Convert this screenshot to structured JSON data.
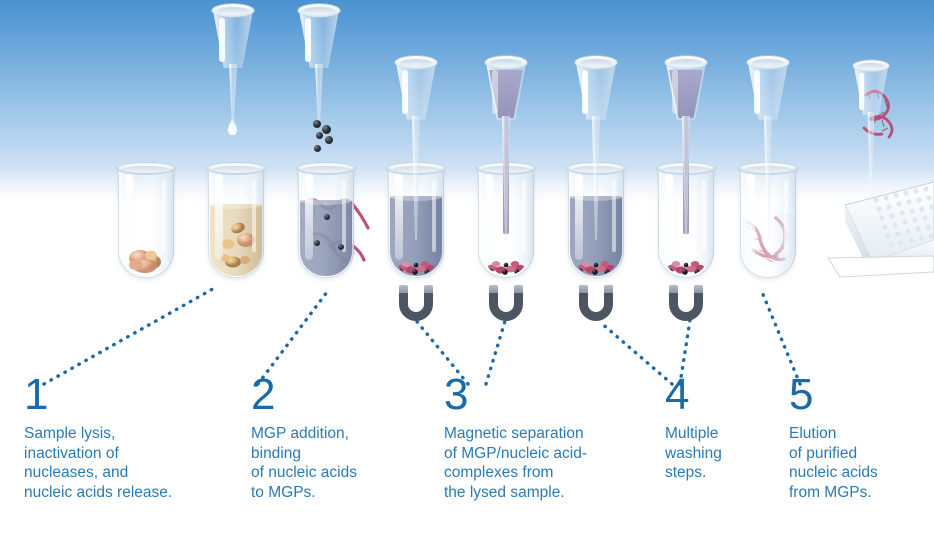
{
  "diagram": {
    "title": "Magnetic glass particle (MGP) nucleic acid purification workflow",
    "accent_color": "#1a6aa8",
    "caption_color": "#2a7ab5",
    "background_top_color": "#4b92d0",
    "background_bottom_color": "#ffffff"
  },
  "steps": [
    {
      "number": "1",
      "caption": "Sample lysis,\ninactivation of\nnucleases, and\nnucleic acids release."
    },
    {
      "number": "2",
      "caption": "MGP addition,\nbinding\nof nucleic acids\nto MGPs."
    },
    {
      "number": "3",
      "caption": "Magnetic separation\nof MGP/nucleic acid-\ncomplexes from\nthe lysed sample."
    },
    {
      "number": "4",
      "caption": "Multiple\nwashing\nsteps."
    },
    {
      "number": "5",
      "caption": "Elution\nof purified\nnucleic acids\nfrom MGPs."
    }
  ],
  "artwork": {
    "tubes": [
      {
        "name": "tube-sample-tissue",
        "contents": "tissue fragments",
        "liquid_color": "none",
        "pellet_color": "#e2a58d"
      },
      {
        "name": "tube-lysis-buffer",
        "contents": "lysis buffer with tissue fragments",
        "liquid_color": "#e9dcc0",
        "pellet_color": "#c08e6a"
      },
      {
        "name": "tube-mgp-binding",
        "contents": "nucleic acids binding to MGPs",
        "liquid_color": "#8e99b4",
        "pellet_color": "#b8456a"
      },
      {
        "name": "tube-magnetic-separation-1",
        "contents": "lysate with captured MGP complexes",
        "liquid_color": "#8e99b4",
        "pellet_color": "#b8456a"
      },
      {
        "name": "tube-supernatant-removed",
        "contents": "MGP pellet after supernatant removal",
        "liquid_color": "none",
        "pellet_color": "#b8456a"
      },
      {
        "name": "tube-wash-buffer",
        "contents": "wash buffer with MGP pellet",
        "liquid_color": "#8e99b4",
        "pellet_color": "#b8456a"
      },
      {
        "name": "tube-wash-removed",
        "contents": "MGP pellet after wash removal",
        "liquid_color": "none",
        "pellet_color": "#b8456a"
      },
      {
        "name": "tube-elution",
        "contents": "purified nucleic acids eluted",
        "liquid_color": "none",
        "pellet_color": "#b8456a"
      }
    ],
    "pipettes": [
      {
        "name": "pipette-lysis-buffer",
        "state": "dispensing droplet",
        "fill": "none"
      },
      {
        "name": "pipette-mgp-beads",
        "state": "dispensing MGP beads",
        "fill": "none"
      },
      {
        "name": "pipette-empty-separation",
        "state": "empty, inserted",
        "fill": "none"
      },
      {
        "name": "pipette-aspirating-supernatant",
        "state": "aspirating supernatant",
        "fill": "#a8a3c4"
      },
      {
        "name": "pipette-empty-wash",
        "state": "empty, inserted",
        "fill": "none"
      },
      {
        "name": "pipette-aspirating-wash",
        "state": "aspirating wash buffer",
        "fill": "#a8a3c4"
      },
      {
        "name": "pipette-elution-buffer",
        "state": "empty, inserted",
        "fill": "none"
      },
      {
        "name": "pipette-purified-nucleic-acids",
        "state": "holding purified nucleic acids",
        "fill": "none"
      }
    ],
    "magnets": {
      "count": 4,
      "shape": "U-shaped horseshoe magnet",
      "body_color": "#4d5563",
      "pole_color": "#b7bec8"
    },
    "droplet": {
      "name": "liquid-droplet",
      "color": "#eef5fa"
    },
    "mgp_beads": {
      "name": "magnetic-glass-particles",
      "color": "#1b1f26",
      "count": 5
    },
    "microplate": {
      "name": "microplate",
      "color": "#ffffff",
      "description": "96-well plate in perspective"
    },
    "nucleic_acid_strands": {
      "color": "#b8456a",
      "description": "helical red-pink nucleic acid strands"
    }
  }
}
